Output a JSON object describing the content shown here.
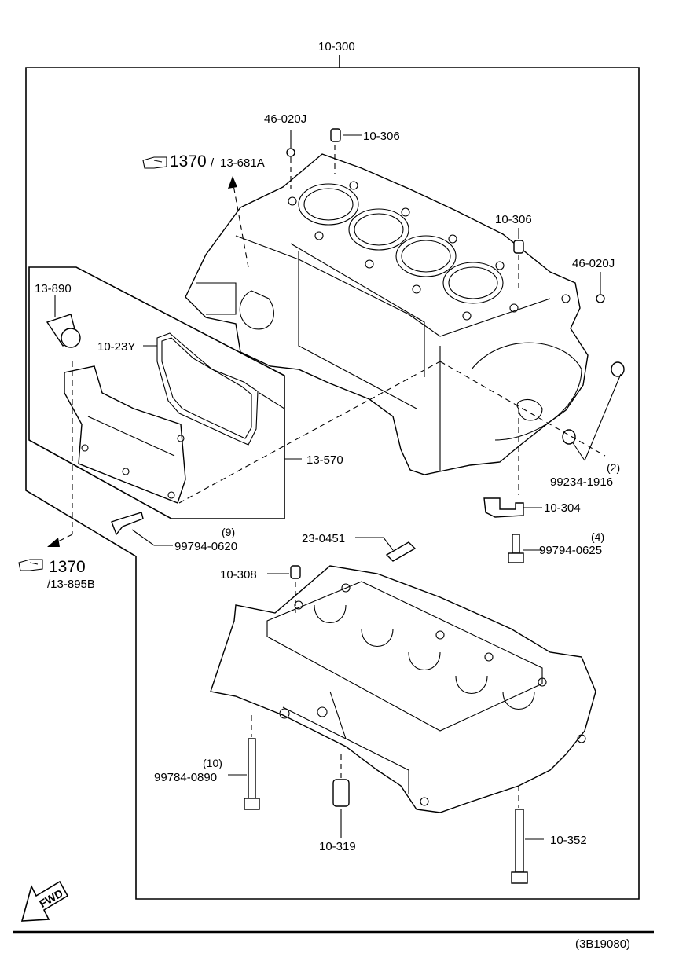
{
  "labels": {
    "assembly": "10-300",
    "upper_block_plug_a": "46-020J",
    "upper_dowel_a": "10-306",
    "ref_page_a": "1370",
    "ref_sub_a": "13-681A",
    "upper_dowel_b": "10-306",
    "upper_block_plug_b": "46-020J",
    "pcv_hose": "13-890",
    "gasket": "10-23Y",
    "cover_assembly": "13-570",
    "bushing_qty": "(2)",
    "bushing": "99234-1916",
    "jet_valve": "10-304",
    "bolt_b_qty": "(4)",
    "bolt_b": "99794-0625",
    "cover_bolt_qty": "(9)",
    "cover_bolt": "99794-0620",
    "sensor": "23-0451",
    "ref_page_b": "1370",
    "ref_sub_b": "/13-895B",
    "lower_dowel": "10-308",
    "main_bolt_qty": "(10)",
    "main_bolt": "99784-0890",
    "plug_lower": "10-319",
    "stud_bolt": "10-352",
    "fwd": "FWD",
    "drawing_code": "(3B19080)"
  },
  "icons": {
    "ref_hand": "pointing-hand-icon",
    "fwd_arrow": "fwd-arrow-icon"
  }
}
